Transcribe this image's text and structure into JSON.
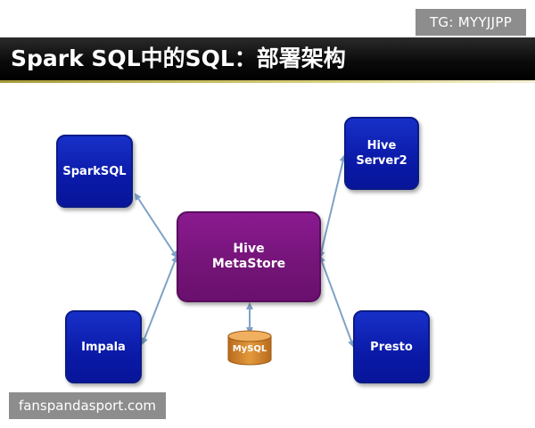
{
  "watermarks": {
    "top": "TG: MYYJJPP",
    "bottom": "fanspandasport.com"
  },
  "slide": {
    "title": "Spark SQL中的SQL：部署架构"
  },
  "nodes": {
    "sparksql": "SparkSQL",
    "hiveserver2": [
      "Hive",
      "Server2"
    ],
    "metastore": [
      "Hive",
      "MetaStore"
    ],
    "impala": "Impala",
    "presto": "Presto",
    "mysql": "MySQL"
  },
  "colors": {
    "client_node": "#0a1aa8",
    "metastore_node": "#741478",
    "database": "#d98a2c",
    "connector": "#7fa2c6"
  }
}
